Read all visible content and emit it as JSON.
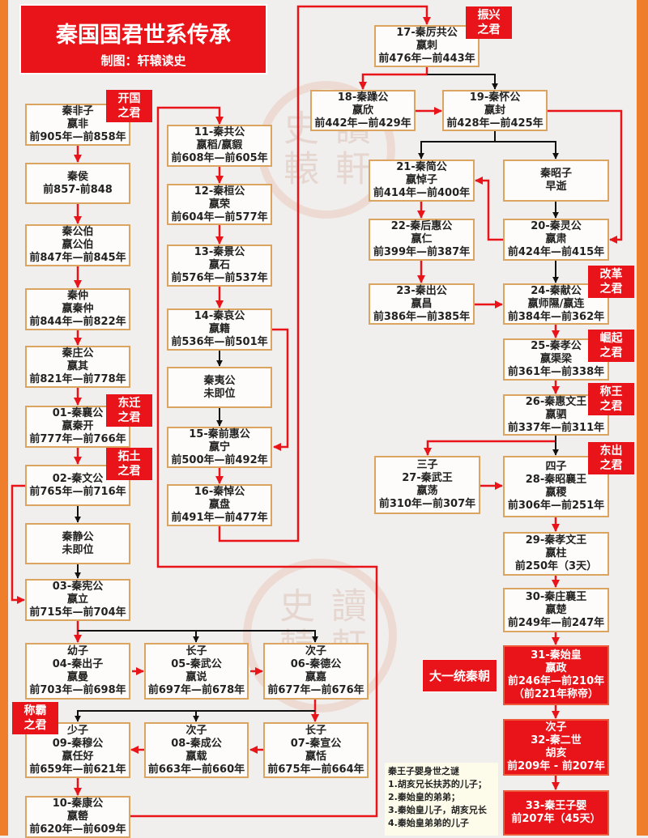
{
  "title": {
    "main": "秦国国君世系传承",
    "sub": "制图：轩辕读史"
  },
  "watermark": "读轩史辕",
  "colors": {
    "accent_red": "#e8141a",
    "border_orange": "#ee7d2c",
    "box_border": "#dba561"
  },
  "nodes": {
    "feizi": [
      "秦非子",
      "嬴非",
      "前905年—前858年"
    ],
    "hou": [
      "秦侯",
      "前857-前848"
    ],
    "gongbo": [
      "秦公伯",
      "嬴公伯",
      "前847年—前845年"
    ],
    "zhong": [
      "秦仲",
      "嬴秦仲",
      "前844年—前822年"
    ],
    "zhuang": [
      "秦庄公",
      "嬴其",
      "前821年—前778年"
    ],
    "n01": [
      "01-秦襄公",
      "嬴秦开",
      "前777年—前766年"
    ],
    "n02": [
      "02-秦文公",
      "前765年—前716年"
    ],
    "jing": [
      "秦静公",
      "未即位"
    ],
    "n03": [
      "03-秦宪公",
      "嬴立",
      "前715年—前704年"
    ],
    "n04": [
      "幼子",
      "04-秦出子",
      "嬴曼",
      "前703年—前698年"
    ],
    "n05": [
      "长子",
      "05-秦武公",
      "嬴说",
      "前697年—前678年"
    ],
    "n06": [
      "次子",
      "06-秦德公",
      "嬴嘉",
      "前677年—前676年"
    ],
    "n07": [
      "长子",
      "07-秦宣公",
      "嬴恬",
      "前675年—前664年"
    ],
    "n08": [
      "次子",
      "08-秦成公",
      "嬴载",
      "前663年—前660年"
    ],
    "n09": [
      "少子",
      "09-秦穆公",
      "嬴任好",
      "前659年—前621年"
    ],
    "n10": [
      "10-秦康公",
      "嬴罃",
      "前620年—前609年"
    ],
    "n11": [
      "11-秦共公",
      "嬴稻/嬴貑",
      "前608年—前605年"
    ],
    "n12": [
      "12-秦桓公",
      "嬴荣",
      "前604年—前577年"
    ],
    "n13": [
      "13-秦景公",
      "嬴石",
      "前576年—前537年"
    ],
    "n14": [
      "14-秦哀公",
      "嬴籍",
      "前536年—前501年"
    ],
    "yi": [
      "秦夷公",
      "未即位"
    ],
    "n15": [
      "15-秦前惠公",
      "嬴宁",
      "前500年—前492年"
    ],
    "n16": [
      "16-秦悼公",
      "嬴盘",
      "前491年—前477年"
    ],
    "n17": [
      "17-秦厉共公",
      "嬴刺",
      "前476年—前443年"
    ],
    "n18": [
      "18-秦躁公",
      "嬴欣",
      "前442年—前429年"
    ],
    "n19": [
      "19-秦怀公",
      "嬴封",
      "前428年—前425年"
    ],
    "n21": [
      "21-秦简公",
      "嬴悼子",
      "前414年—前400年"
    ],
    "zhao": [
      "秦昭子",
      "早逝"
    ],
    "n22": [
      "22-秦后惠公",
      "嬴仁",
      "前399年—前387年"
    ],
    "n20": [
      "20-秦灵公",
      "嬴肃",
      "前424年—前415年"
    ],
    "n23": [
      "23-秦出公",
      "嬴昌",
      "前386年—前385年"
    ],
    "n24": [
      "24-秦献公",
      "嬴师隰/嬴连",
      "前384年—前362年"
    ],
    "n25": [
      "25-秦孝公",
      "嬴渠梁",
      "前361年—前338年"
    ],
    "n26": [
      "26-秦惠文王",
      "嬴驷",
      "前337年—前311年"
    ],
    "n27": [
      "三子",
      "27-秦武王",
      "嬴荡",
      "前310年—前307年"
    ],
    "n28": [
      "四子",
      "28-秦昭襄王",
      "嬴稷",
      "前306年—前251年"
    ],
    "n29": [
      "29-秦孝文王",
      "嬴柱",
      "前250年（3天）"
    ],
    "n30": [
      "30-秦庄襄王",
      "嬴楚",
      "前249年—前247年"
    ],
    "n31": [
      "31-秦始皇",
      "嬴政",
      "前246年—前210年",
      "（前221年称帝）"
    ],
    "n32": [
      "次子",
      "32-秦二世",
      "胡亥",
      "前209年 - 前207年"
    ],
    "n33": [
      "33-秦王子婴",
      "前207年（45天）"
    ]
  },
  "tags": {
    "kaiguo": [
      "开国",
      "之君"
    ],
    "dongqian": [
      "东迁",
      "之君"
    ],
    "tuotu": [
      "拓土",
      "之君"
    ],
    "chengba": [
      "称霸",
      "之君"
    ],
    "zhenxing": [
      "振兴",
      "之君"
    ],
    "gaige": [
      "改革",
      "之君"
    ],
    "jueqi": [
      "崛起",
      "之君"
    ],
    "chengwang": [
      "称王",
      "之君"
    ],
    "dongchu": [
      "东出",
      "之君"
    ]
  },
  "banner": "大一统秦朝",
  "note": {
    "title": "秦王子婴身世之谜",
    "items": [
      "1.胡亥兄长扶苏的儿子；",
      "2.秦始皇的弟弟；",
      "3.秦始皇儿子，胡亥兄长",
      "4.秦始皇弟弟的儿子"
    ]
  }
}
